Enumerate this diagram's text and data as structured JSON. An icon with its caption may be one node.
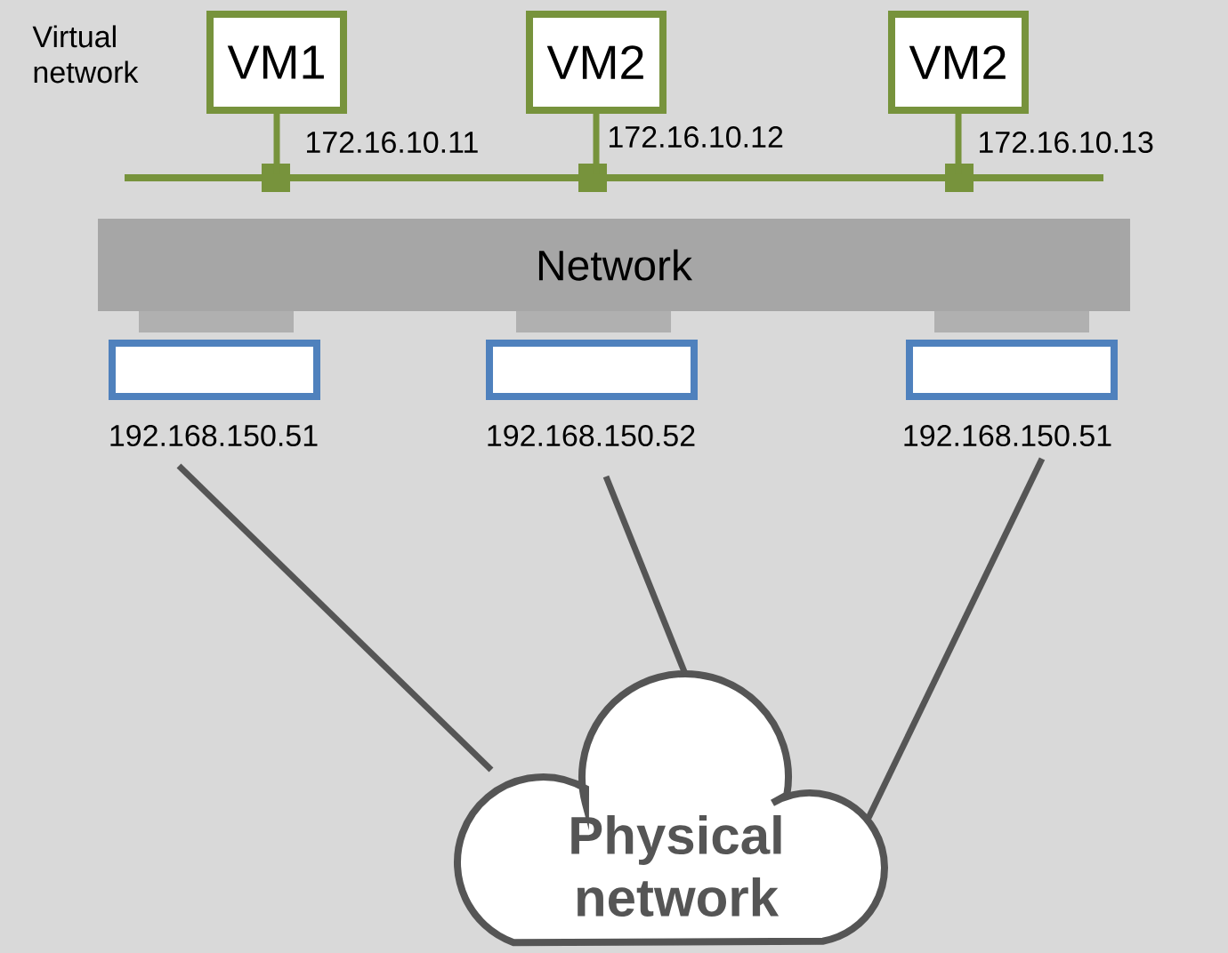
{
  "diagram": {
    "nodes": [
      {
        "text": [
          "VM1"
        ],
        "beside": [
          "172.16.10.11"
        ]
      },
      {
        "text": [
          "VM2"
        ],
        "beside": [
          "172.16.10.12"
        ]
      },
      {
        "text": [
          "VM2"
        ],
        "beside": [
          "172.16.10.13"
        ]
      },
      {
        "text": [],
        "shape": "bar"
      },
      {
        "text": [
          "Network"
        ]
      },
      {
        "text": [],
        "shape": "box",
        "beside": [
          "192.168.150.51"
        ]
      },
      {
        "text": [],
        "shape": "box",
        "beside": [
          "192.168.150.52"
        ]
      },
      {
        "text": [],
        "shape": "box",
        "beside": [
          "192.168.150.51"
        ]
      },
      {
        "text": [
          "Physical network"
        ]
      }
    ],
    "edges": [
      {
        "from": 0,
        "to": 3,
        "arrow": "none",
        "color": "#77933c"
      },
      {
        "from": 1,
        "to": 3,
        "arrow": "none",
        "color": "#77933c"
      },
      {
        "from": 2,
        "to": 3,
        "arrow": "none",
        "color": "#77933c"
      },
      {
        "from": 5,
        "to": 8,
        "arrow": "none",
        "color": "#555555"
      },
      {
        "from": 6,
        "to": 8,
        "arrow": "none",
        "color": "#555555"
      },
      {
        "from": 7,
        "to": 8,
        "arrow": "none",
        "color": "#555555"
      }
    ],
    "labels": [
      "Virtual network"
    ]
  }
}
